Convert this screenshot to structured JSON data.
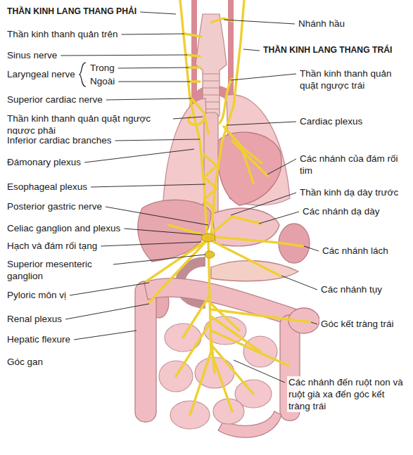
{
  "diagram": {
    "labels": [
      "THẦN KINH LANG THANG PHẢI",
      "Thần kinh thanh quản trên",
      "Sinus nerve",
      "Laryngeal nerve",
      "Trong",
      "Ngoài",
      "Superior cardiac nerve",
      "Thần kinh thanh quản quặt ngược ngược phải",
      "Inferior cardiac branches",
      "Đámonary plexus",
      "Esophageal plexus",
      "Posterior gastric nerve",
      "Celiac ganglion and plexus",
      "Hạch và đám rối tạng",
      "Superior mesenteric ganglion",
      "Pyloric môn vị",
      "Renal plexus",
      "Hepatic flexure",
      "Góc gan",
      "Nhánh hầu",
      "THẦN KINH LANG THANG TRÁI",
      "Thần kinh thanh quản quặt ngược trái",
      "Cardiac plexus",
      "Các nhánh của đám rối tim",
      "Thần kinh dạ dày trước",
      "Các nhánh dạ dày",
      "Các nhánh lách",
      "Các nhánh tụy",
      "Góc kết tràng trái",
      "Các nhánh đến ruột non và ruột già xa đến góc kết tràng trái"
    ]
  }
}
